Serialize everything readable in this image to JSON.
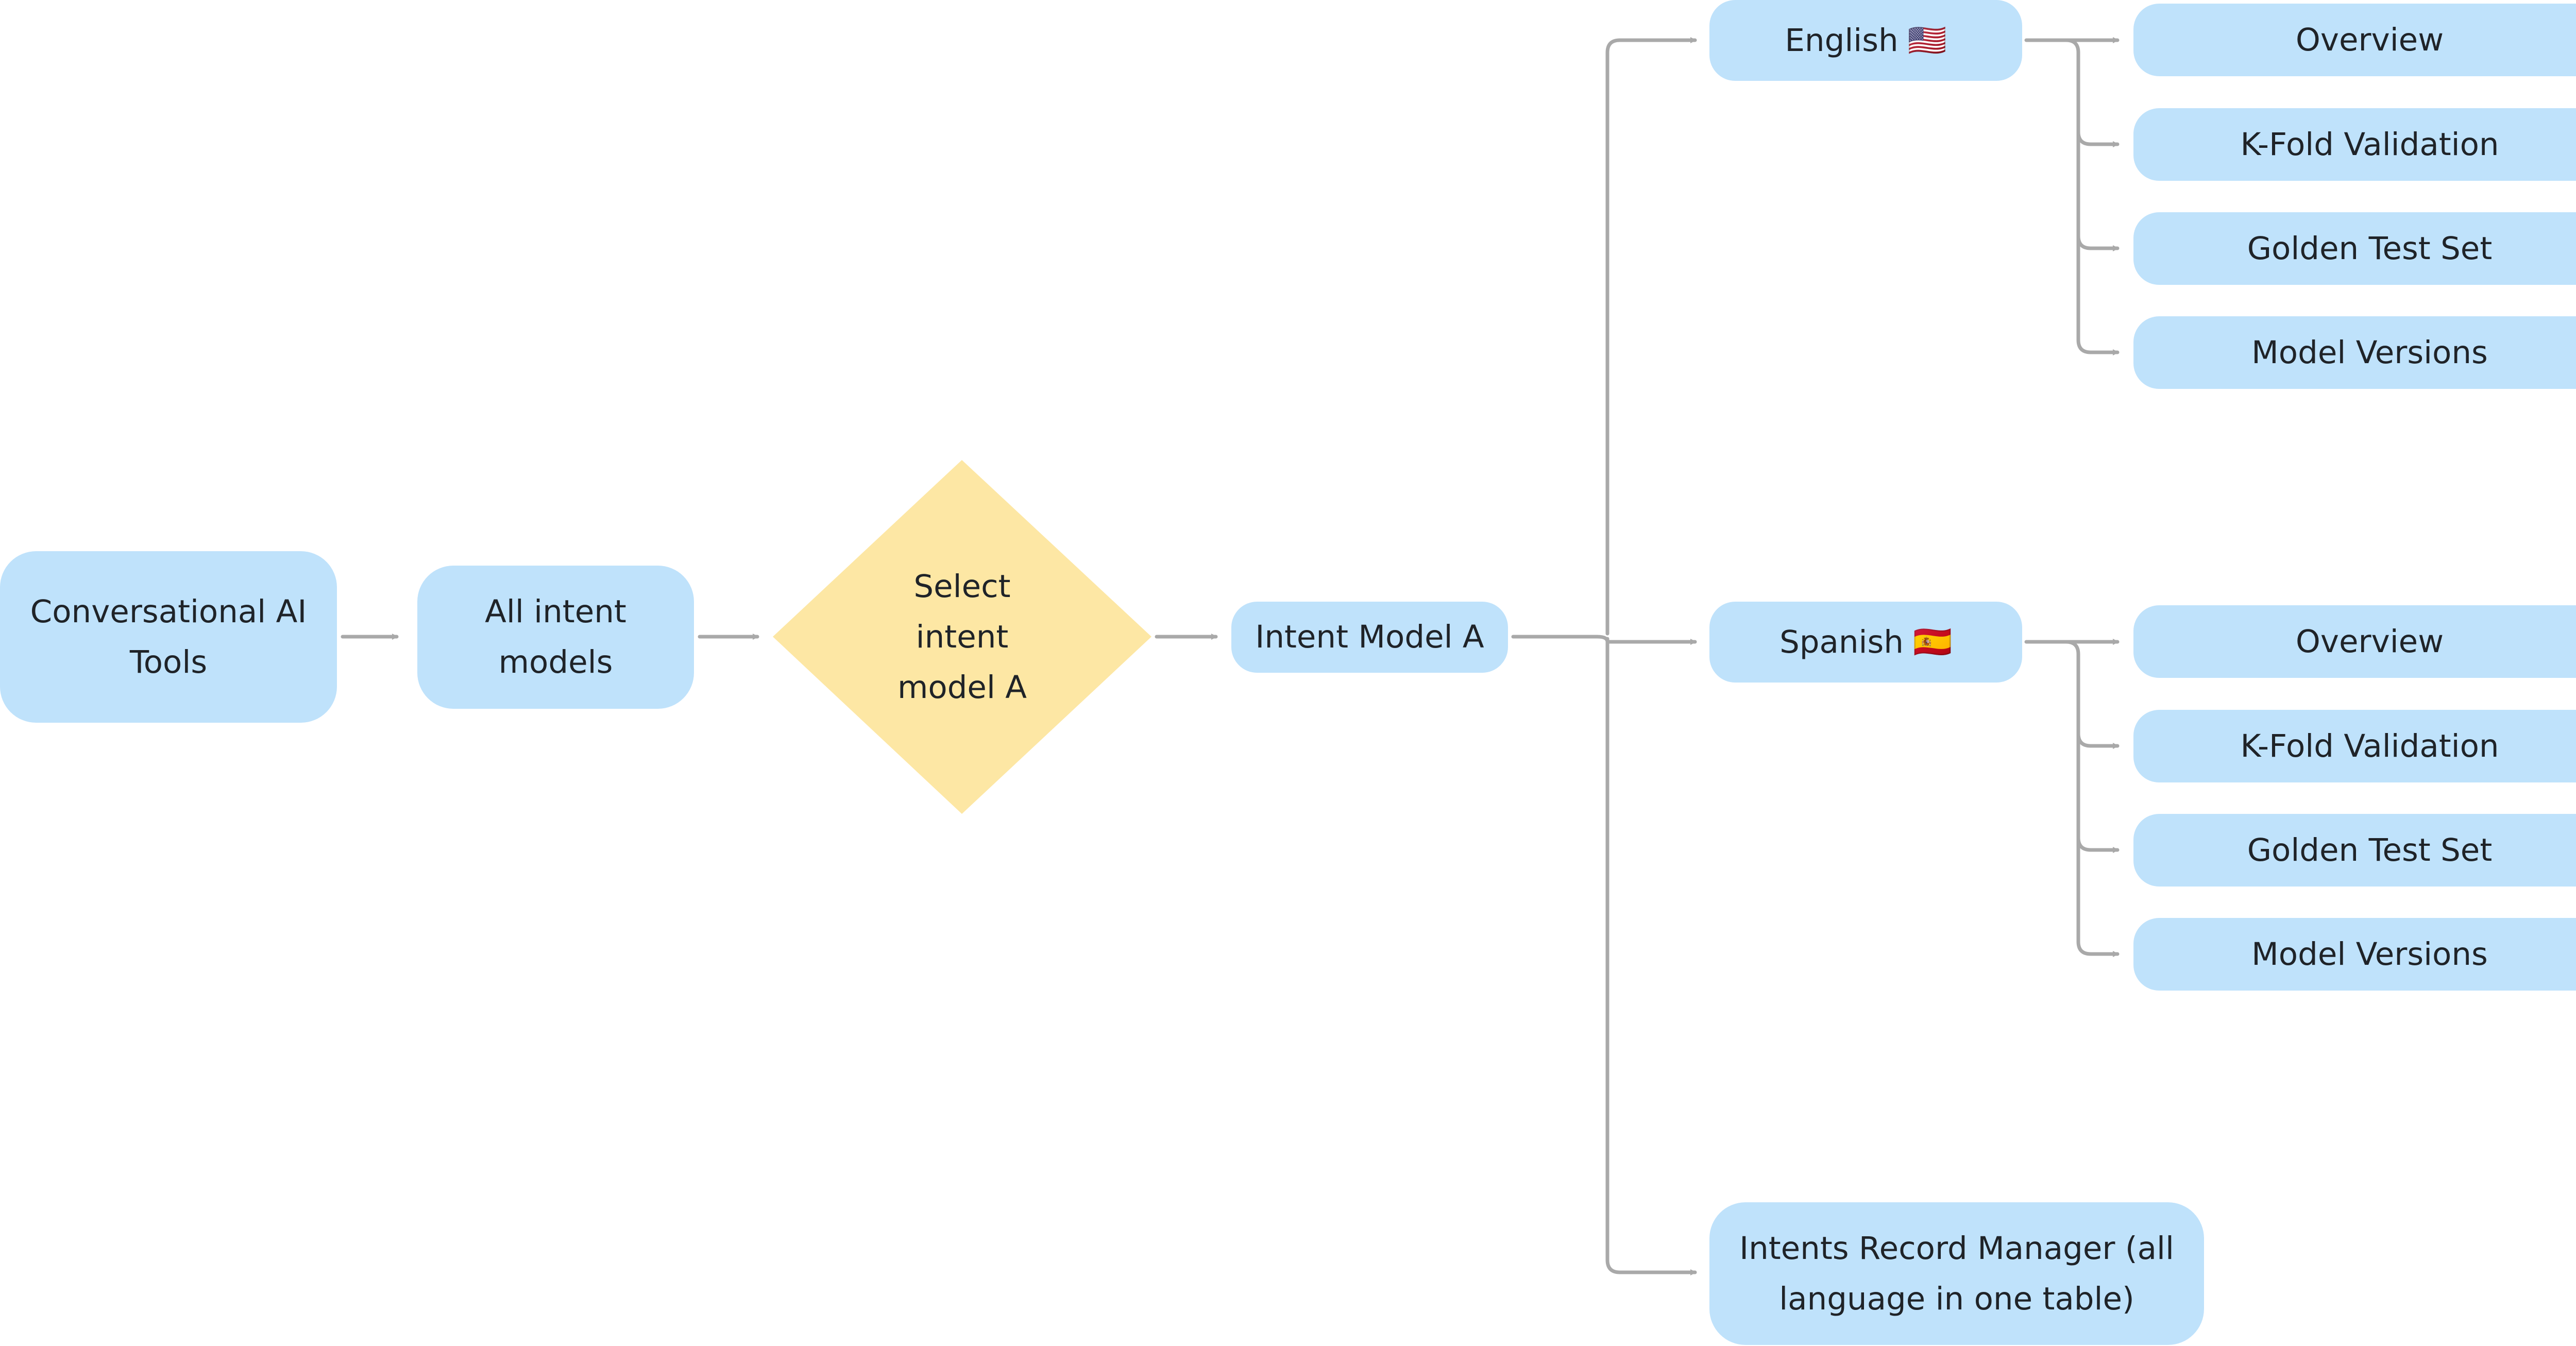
{
  "diagram": {
    "nodes": {
      "conversational_ai_tools": {
        "line1": "Conversational AI",
        "line2": "Tools"
      },
      "all_intent_models": {
        "line1": "All intent",
        "line2": "models"
      },
      "select_model": {
        "line1": "Select",
        "line2": "intent",
        "line3": "model A"
      },
      "intent_model_a": {
        "label": "Intent Model A"
      },
      "english": {
        "label": "English",
        "flag": "🇺🇸"
      },
      "spanish": {
        "label": "Spanish",
        "flag": "🇪🇸"
      },
      "record_manager": {
        "line1": "Intents Record Manager (all",
        "line2": "language in one table)"
      },
      "english_children": [
        "Overview",
        "K-Fold Validation",
        "Golden Test Set",
        "Model Versions"
      ],
      "spanish_children": [
        "Overview",
        "K-Fold Validation",
        "Golden Test Set",
        "Model Versions"
      ]
    },
    "colors": {
      "node_fill": "#bfe2fb",
      "decision_fill": "#fde7a4",
      "connector": "#a9a9a9",
      "text": "#1f2328"
    }
  }
}
